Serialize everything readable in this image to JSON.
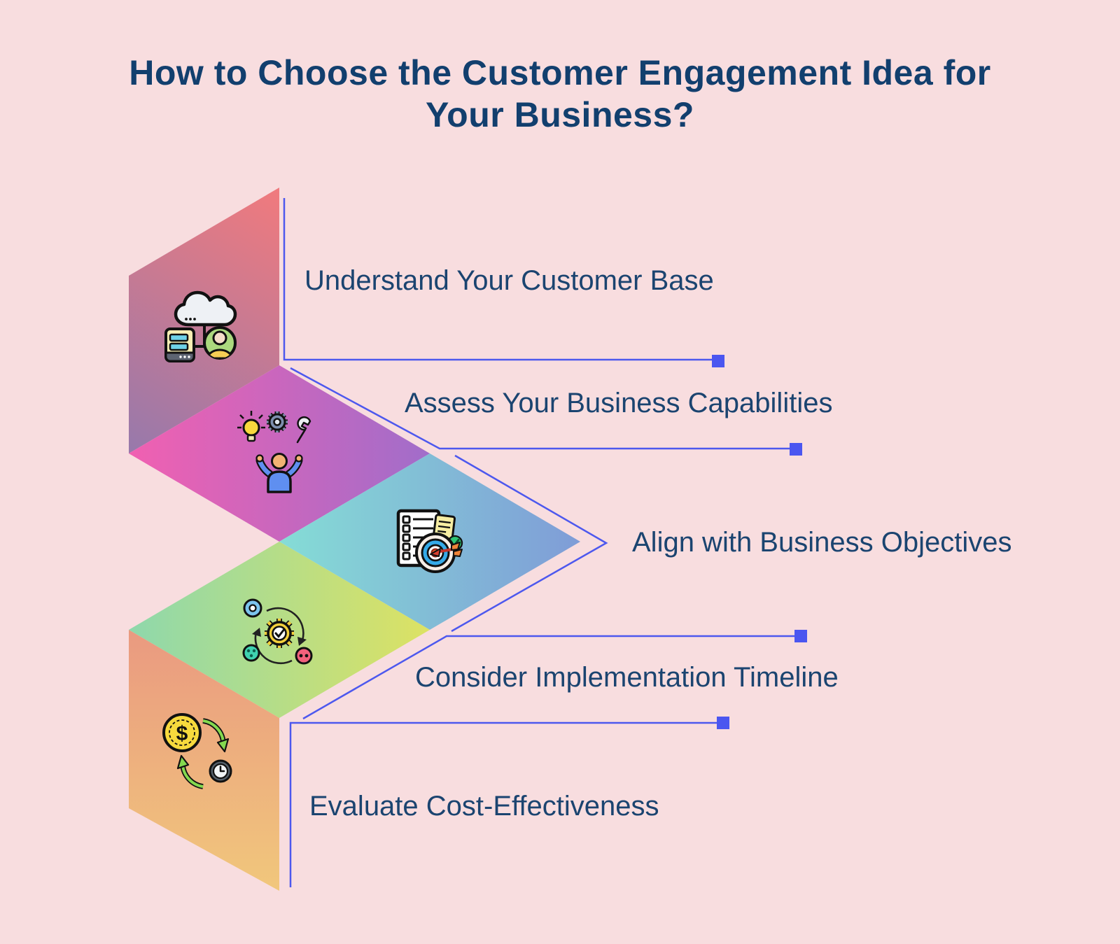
{
  "title": {
    "line1": "How to Choose the Customer Engagement Idea for",
    "line2": "Your Business?"
  },
  "steps": [
    {
      "label": "Understand Your Customer Base",
      "icon": "cloud-server-user-icon",
      "gradient_start": "#ef7a7e",
      "gradient_end": "#9879ab"
    },
    {
      "label": "Assess Your Business Capabilities",
      "icon": "idea-skills-person-icon",
      "gradient_start": "#f160b1",
      "gradient_end": "#a16dca"
    },
    {
      "label": "Align with Business Objectives",
      "icon": "checklist-target-icon",
      "gradient_start": "#85ddd6",
      "gradient_end": "#7f9cd7"
    },
    {
      "label": "Consider Implementation Timeline",
      "icon": "process-cycle-icon",
      "gradient_start": "#8ed8ac",
      "gradient_end": "#dde263"
    },
    {
      "label": "Evaluate Cost-Effectiveness",
      "icon": "cost-time-cycle-icon",
      "gradient_start": "#ea9a80",
      "gradient_end": "#f1c77c"
    }
  ],
  "colors": {
    "background": "#f8dddf",
    "connector": "#4d58ee",
    "marker": "#4b56f0",
    "title_text": "#123f6e",
    "label_text": "#1b4470"
  },
  "icon_glyphs": {
    "dollar": "$"
  }
}
